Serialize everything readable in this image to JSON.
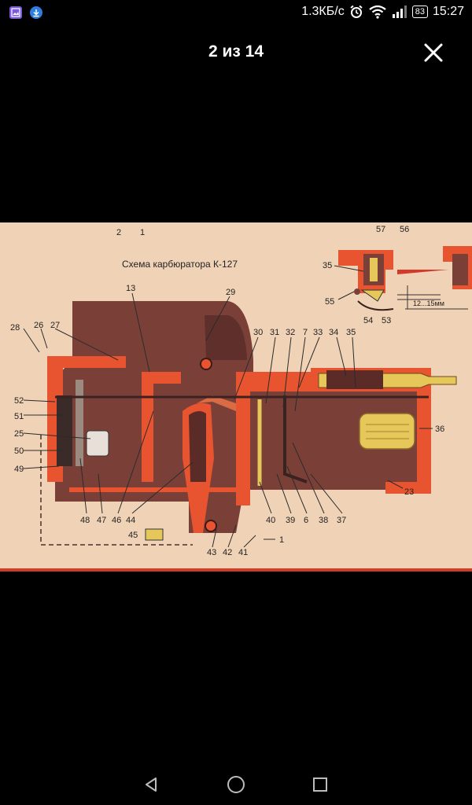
{
  "status_bar": {
    "net_speed": "1.3КБ/с",
    "battery": "83",
    "time": "15:27",
    "icons": [
      "gallery-notification-icon",
      "download-notification-icon",
      "alarm-icon",
      "wifi-icon",
      "signal-icon",
      "battery-icon"
    ]
  },
  "viewer": {
    "counter": "2 из 14",
    "close_icon": "close-icon"
  },
  "diagram": {
    "title": "Схема карбюратора К-127",
    "dimension": "12...15мм",
    "labels": {
      "top": [
        "2",
        "1"
      ],
      "left": [
        "28",
        "26",
        "27",
        "52",
        "51",
        "25",
        "50",
        "49"
      ],
      "upper": [
        "13",
        "29",
        "30",
        "31",
        "32",
        "7",
        "33",
        "34",
        "35"
      ],
      "inset": [
        "57",
        "56",
        "35",
        "55",
        "54",
        "53"
      ],
      "right": [
        "36",
        "23"
      ],
      "bottom": [
        "48",
        "47",
        "46",
        "44",
        "40",
        "39",
        "6",
        "38",
        "37",
        "45",
        "43",
        "42",
        "41",
        "1"
      ]
    },
    "colors": {
      "paper": "#f0d3b7",
      "body": "#7a4038",
      "accent": "#e8542f",
      "fuel": "#e6c85a"
    }
  },
  "navigation": {
    "back_icon": "back-triangle-icon",
    "home_icon": "home-circle-icon",
    "recents_icon": "recents-square-icon"
  }
}
